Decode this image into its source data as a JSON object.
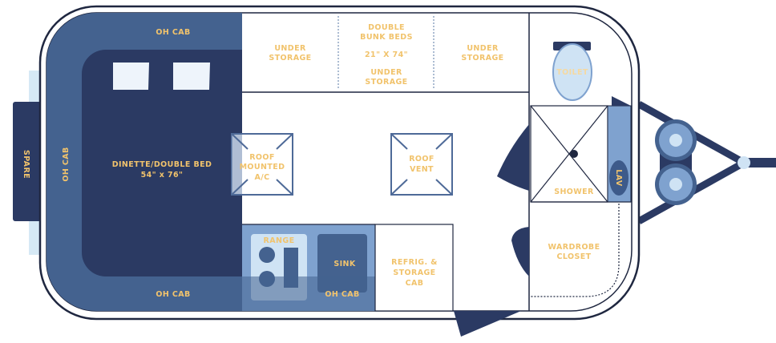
{
  "colors": {
    "navy": "#2b3a63",
    "cabinet_blue": "#44628f",
    "mid_blue": "#7fa2cf",
    "light_blue": "#cfe3f4",
    "outline": "#1f2740",
    "label": "#f1c36c"
  },
  "labels": {
    "oh_cab_top": "OH CAB",
    "oh_cab_left": "OH CAB",
    "oh_cab_bottom": "OH CAB",
    "oh_cab_kitchen": "OH CAB",
    "spare": "SPARE",
    "bed_line1": "DINETTE/DOUBLE BED",
    "bed_line2": "54\" x 76\"",
    "under_storage_left_1": "UNDER",
    "under_storage_left_2": "STORAGE",
    "bunk_1": "DOUBLE",
    "bunk_2": "BUNK BEDS",
    "bunk_3": "21\" X 74\"",
    "bunk_4": "UNDER",
    "bunk_5": "STORAGE",
    "under_storage_right_1": "UNDER",
    "under_storage_right_2": "STORAGE",
    "toilet": "TOILET",
    "ac_1": "ROOF",
    "ac_2": "MOUNTED",
    "ac_3": "A/C",
    "vent_1": "ROOF",
    "vent_2": "VENT",
    "shower": "SHOWER",
    "lav": "LAV",
    "range": "RANGE",
    "sink": "SINK",
    "refrig_1": "REFRIG. &",
    "refrig_2": "STORAGE",
    "refrig_3": "CAB",
    "wardrobe_1": "WARDROBE",
    "wardrobe_2": "CLOSET"
  }
}
